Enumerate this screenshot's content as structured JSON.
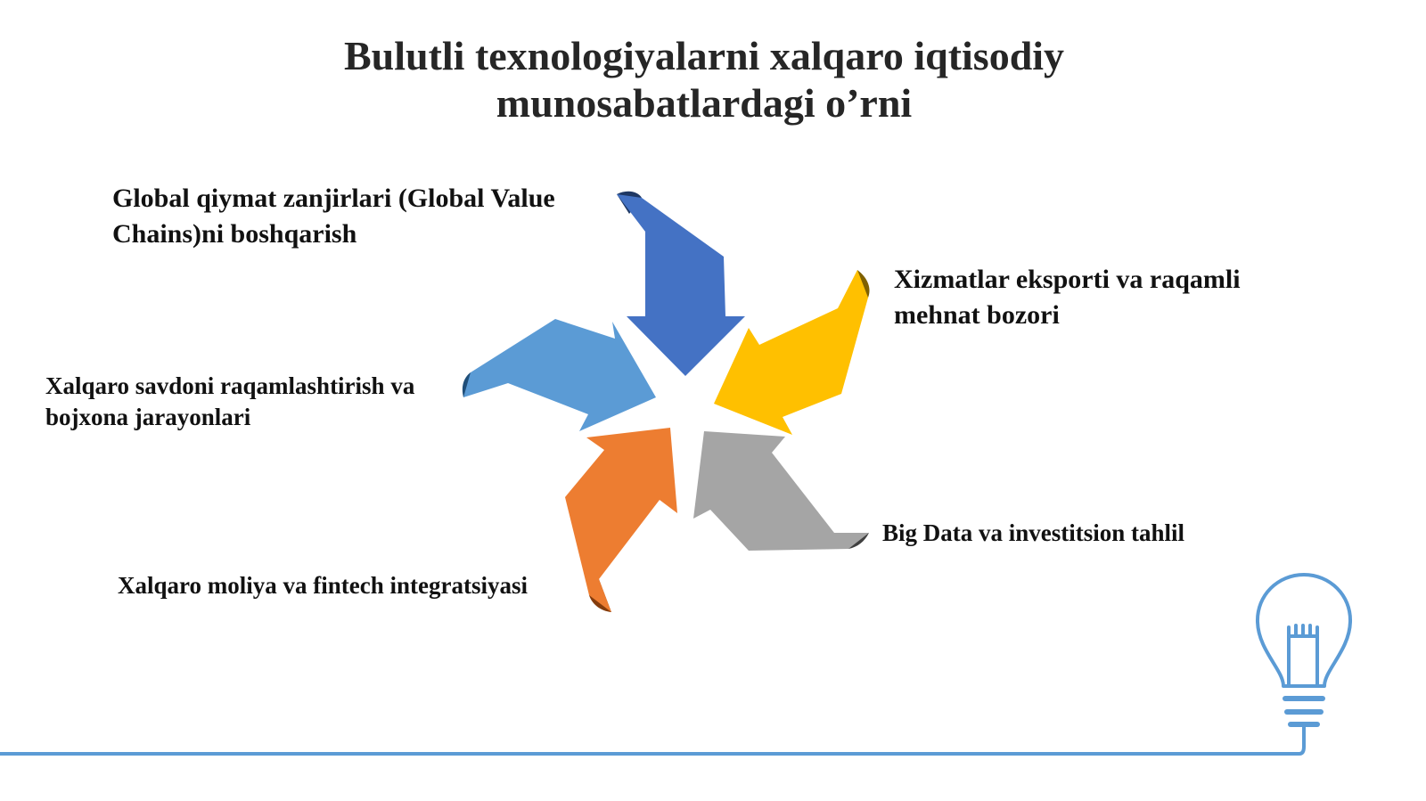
{
  "title": "Bulutli texnologiyalarni xalqaro iqtisodiy munosabatlardagi o’rni",
  "items": [
    {
      "label": "Global qiymat zanjirlari (Global Value Chains)ni boshqarish",
      "color": "#4472c4"
    },
    {
      "label": "Xizmatlar eksporti va raqamli mehnat bozori",
      "color": "#ffc000"
    },
    {
      "label": "Big Data va investitsion tahlil",
      "color": "#a5a5a5"
    },
    {
      "label": "Xalqaro moliya va fintech integratsiyasi",
      "color": "#ed7d31"
    },
    {
      "label": "Xalqaro savdoni raqamlashtirish va bojxona jarayonlari",
      "color": "#5b9bd5"
    }
  ],
  "decor": {
    "icon": "lightbulb-icon",
    "line_color": "#5b9bd5"
  }
}
